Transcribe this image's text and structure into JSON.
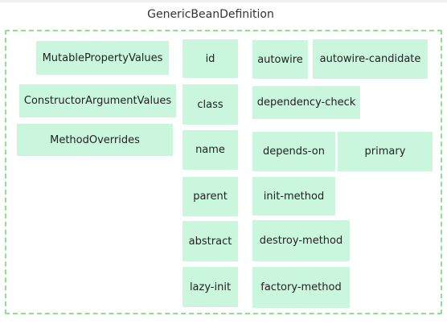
{
  "title": "GenericBeanDefinition",
  "colors": {
    "frame_border": "#8ee08e",
    "box_fill": "#c9f6dd"
  },
  "left_column": [
    "MutablePropertyValues",
    "ConstructorArgumentValues",
    "MethodOverrides"
  ],
  "middle_column": [
    "id",
    "class",
    "name",
    "parent",
    "abstract",
    "lazy-init"
  ],
  "right_column": [
    "autowire",
    "autowire-candidate",
    "dependency-check",
    "depends-on",
    "primary",
    "init-method",
    "destroy-method",
    "factory-method"
  ]
}
